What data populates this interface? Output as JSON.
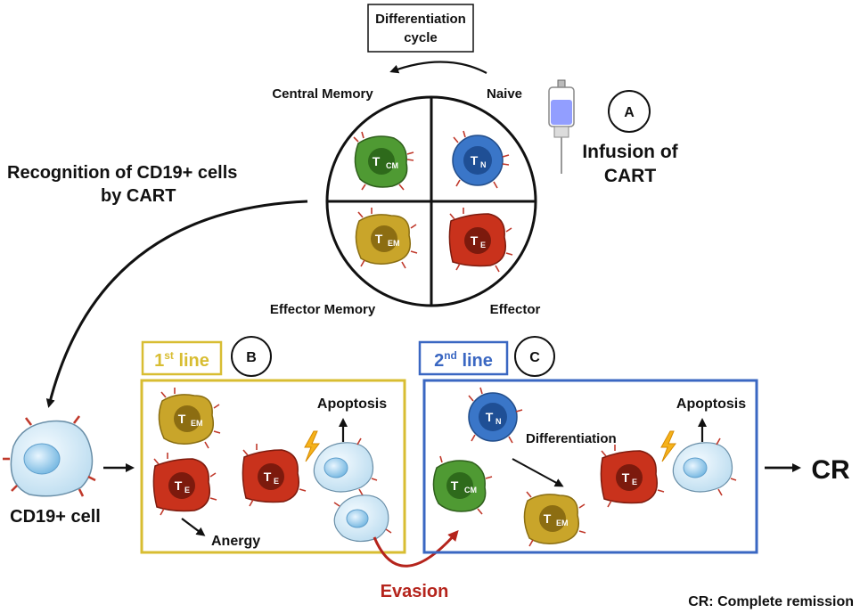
{
  "colors": {
    "naive": "#3a76c8",
    "central_memory": "#4f9a33",
    "effector_memory": "#c9a52a",
    "effector": "#c9321c",
    "target_cell": "#d9ecf7",
    "first_line": "#d8bd32",
    "second_line": "#3a67c2",
    "evasion": "#b5241c",
    "receptor": "#c0392b"
  },
  "cycle": {
    "title_line1": "Differentiation",
    "title_line2": "cycle",
    "q_central_memory": "Central Memory",
    "q_naive": "Naive",
    "q_effector_memory": "Effector Memory",
    "q_effector": "Effector"
  },
  "cells": {
    "t_main": "T",
    "sub_cm": "CM",
    "sub_n": "N",
    "sub_em": "EM",
    "sub_e": "E"
  },
  "infusion": {
    "badge": "A",
    "line1": "Infusion of",
    "line2": "CART"
  },
  "recognition": {
    "line1": "Recognition of CD19+ cells",
    "line2": "by CART"
  },
  "target": {
    "label": "CD19+ cell"
  },
  "first_line": {
    "label_num": "1",
    "label_sup": "st",
    "label_word": " line",
    "badge": "B",
    "apoptosis": "Apoptosis",
    "anergy": "Anergy"
  },
  "second_line": {
    "label_num": "2",
    "label_sup": "nd",
    "label_word": " line",
    "badge": "C",
    "apoptosis": "Apoptosis",
    "differentiation": "Differentiation"
  },
  "evasion": "Evasion",
  "outcome": "CR",
  "footnote": "CR: Complete remission"
}
